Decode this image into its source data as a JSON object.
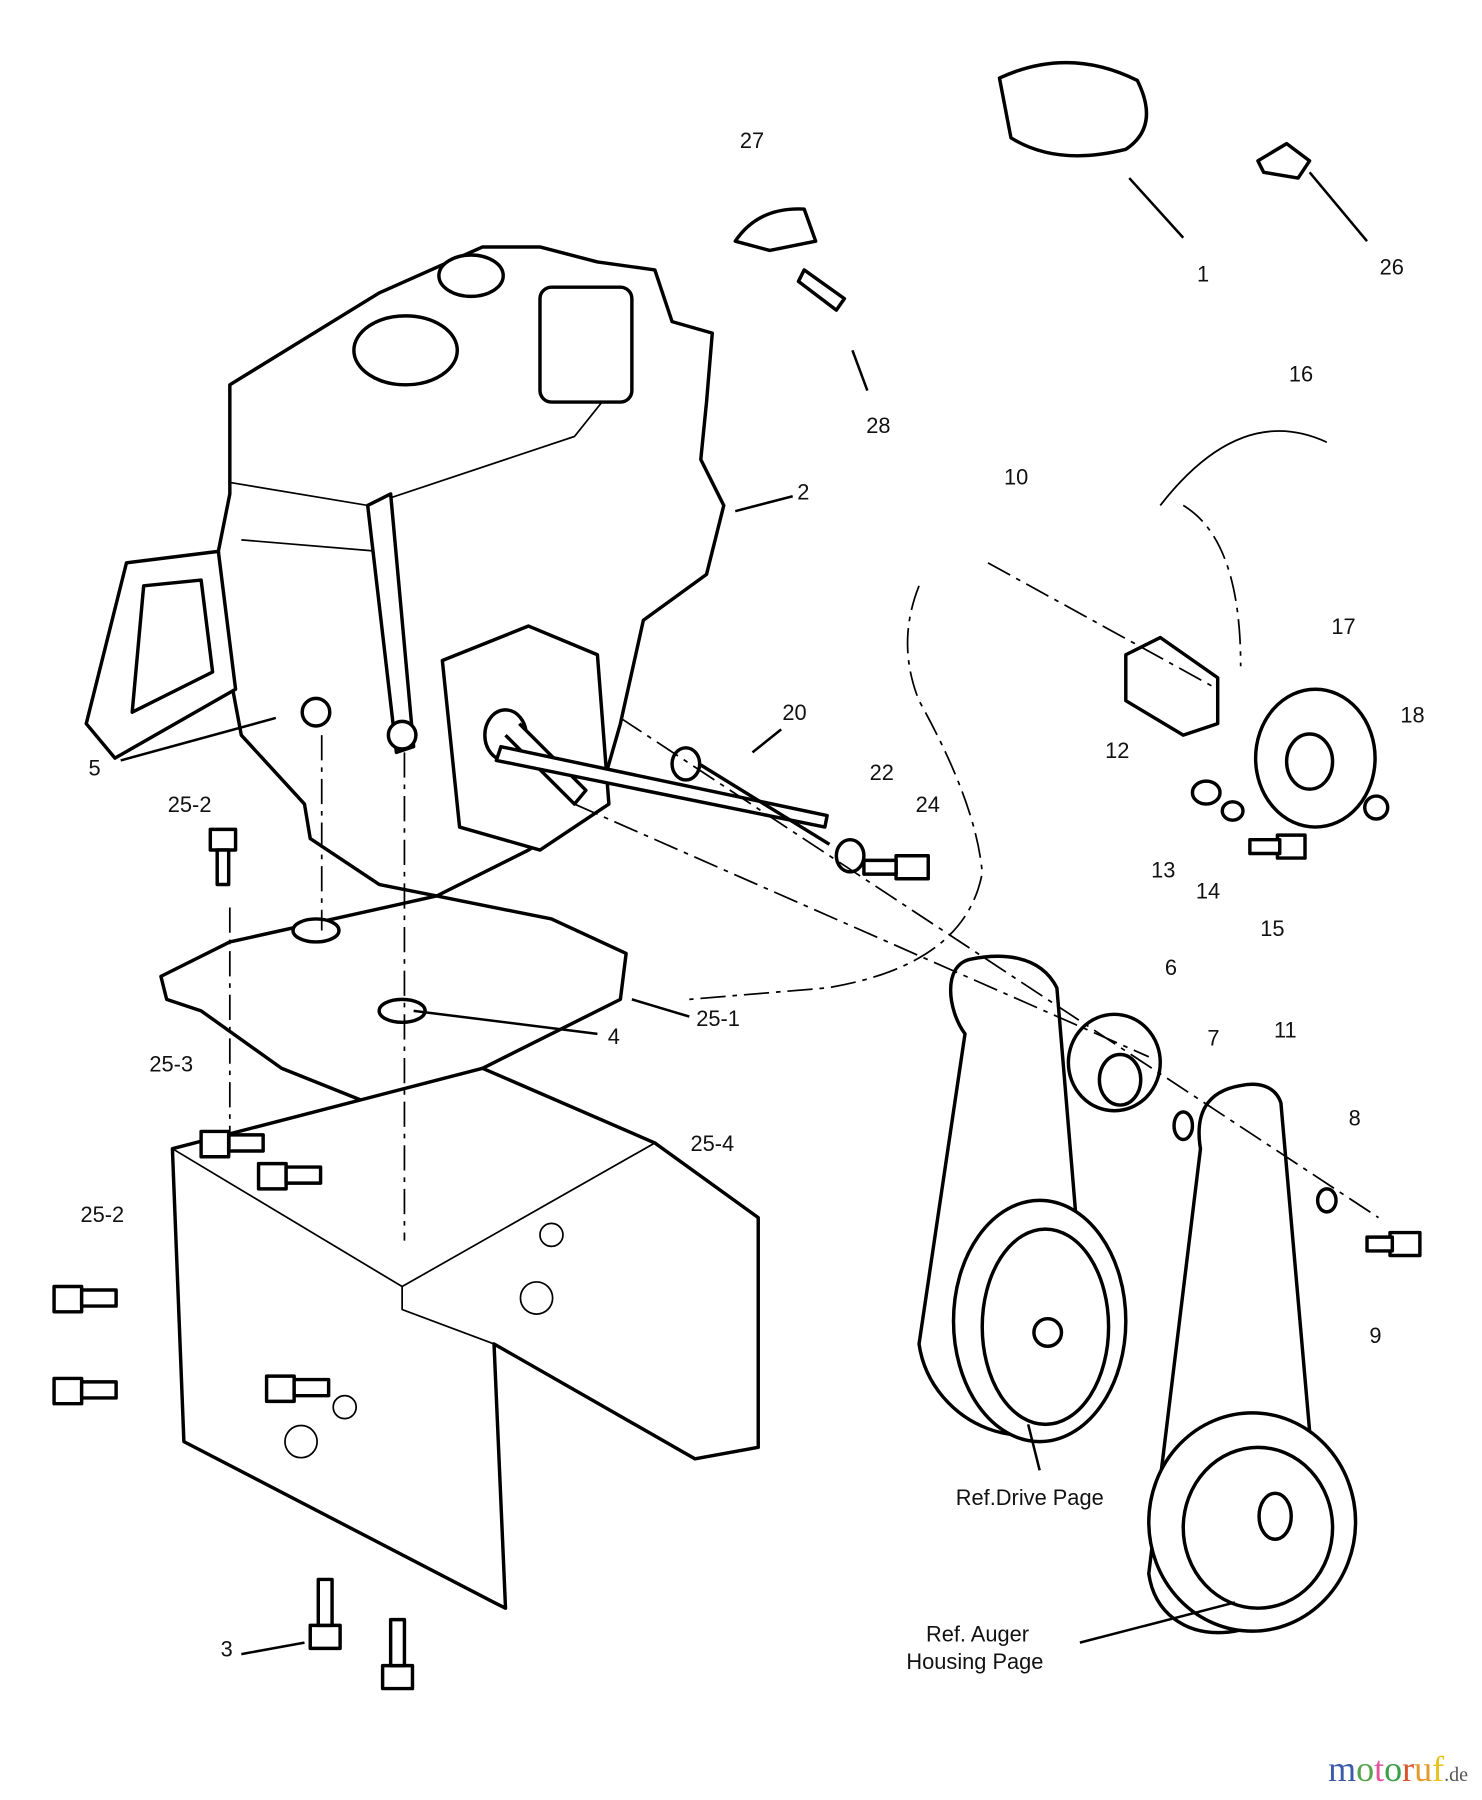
{
  "diagram": {
    "callouts": [
      "1",
      "2",
      "3",
      "4",
      "5",
      "6",
      "7",
      "8",
      "9",
      "10",
      "11",
      "12",
      "13",
      "14",
      "15",
      "16",
      "17",
      "18",
      "20",
      "22",
      "24",
      "25-1",
      "25-2",
      "25-3",
      "25-4",
      "26",
      "27",
      "28"
    ],
    "ref_drive": "Ref.Drive Page",
    "ref_auger_line1": "Ref. Auger",
    "ref_auger_line2": "Housing Page"
  },
  "watermark": {
    "text": "motoruf",
    "suffix": ".de"
  }
}
